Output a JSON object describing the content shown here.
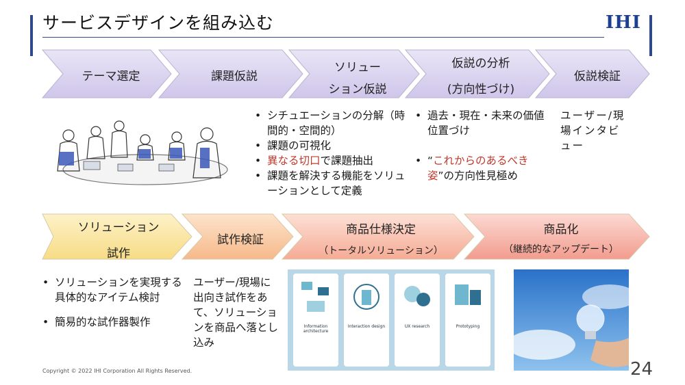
{
  "header": {
    "title": "サービスデザインを組み込む",
    "logo_text": "IHI"
  },
  "top_flow": [
    {
      "lines": [
        "テーマ選定"
      ]
    },
    {
      "lines": [
        "課題仮説"
      ]
    },
    {
      "lines": [
        "ソリュー",
        "ション仮説"
      ]
    },
    {
      "lines": [
        "仮説の分析",
        "(方向性づけ)"
      ]
    },
    {
      "lines": [
        "仮説検証"
      ]
    }
  ],
  "top_notes": {
    "solution": [
      "シチュエーションの分解（時間的・空間的）",
      "課題の可視化",
      {
        "red": "異なる切口",
        "rest": "で課題抽出"
      },
      "課題を解決する機能をソリューションとして定義"
    ],
    "analysis": [
      "過去・現在・未来の価値位置づけ",
      {
        "prefix": "“",
        "red": "これからのあるべき姿",
        "rest": "”の方向性見極め"
      }
    ],
    "verification": "ユーザー/現場インタビュー"
  },
  "bottom_flow": [
    {
      "lines": [
        "ソリューション",
        "試作"
      ]
    },
    {
      "lines": [
        "試作検証"
      ]
    },
    {
      "lines": [
        "商品仕様決定",
        "（トータルソリューション）"
      ]
    },
    {
      "lines": [
        "商品化",
        "（継続的なアップデート）"
      ]
    }
  ],
  "bottom_notes": {
    "prototype": [
      "ソリューションを実現する具体的なアイテム検討",
      "簡易的な試作器製作"
    ],
    "validation": "ユーザー/現場に出向き試作をあて、ソリューションを商品へ落とし込み"
  },
  "cards": [
    {
      "title": "Information architecture"
    },
    {
      "title": "Interaction design"
    },
    {
      "title": "UX research"
    },
    {
      "title": "Prototyping"
    }
  ],
  "footer": {
    "copyright": "Copyright © 2022 IHI Corporation All Rights Reserved.",
    "page_number": "24"
  },
  "colors": {
    "brand": "#1d3f8f",
    "top_chevron": "#d9d3ef",
    "accent_red": "#c0392b"
  }
}
